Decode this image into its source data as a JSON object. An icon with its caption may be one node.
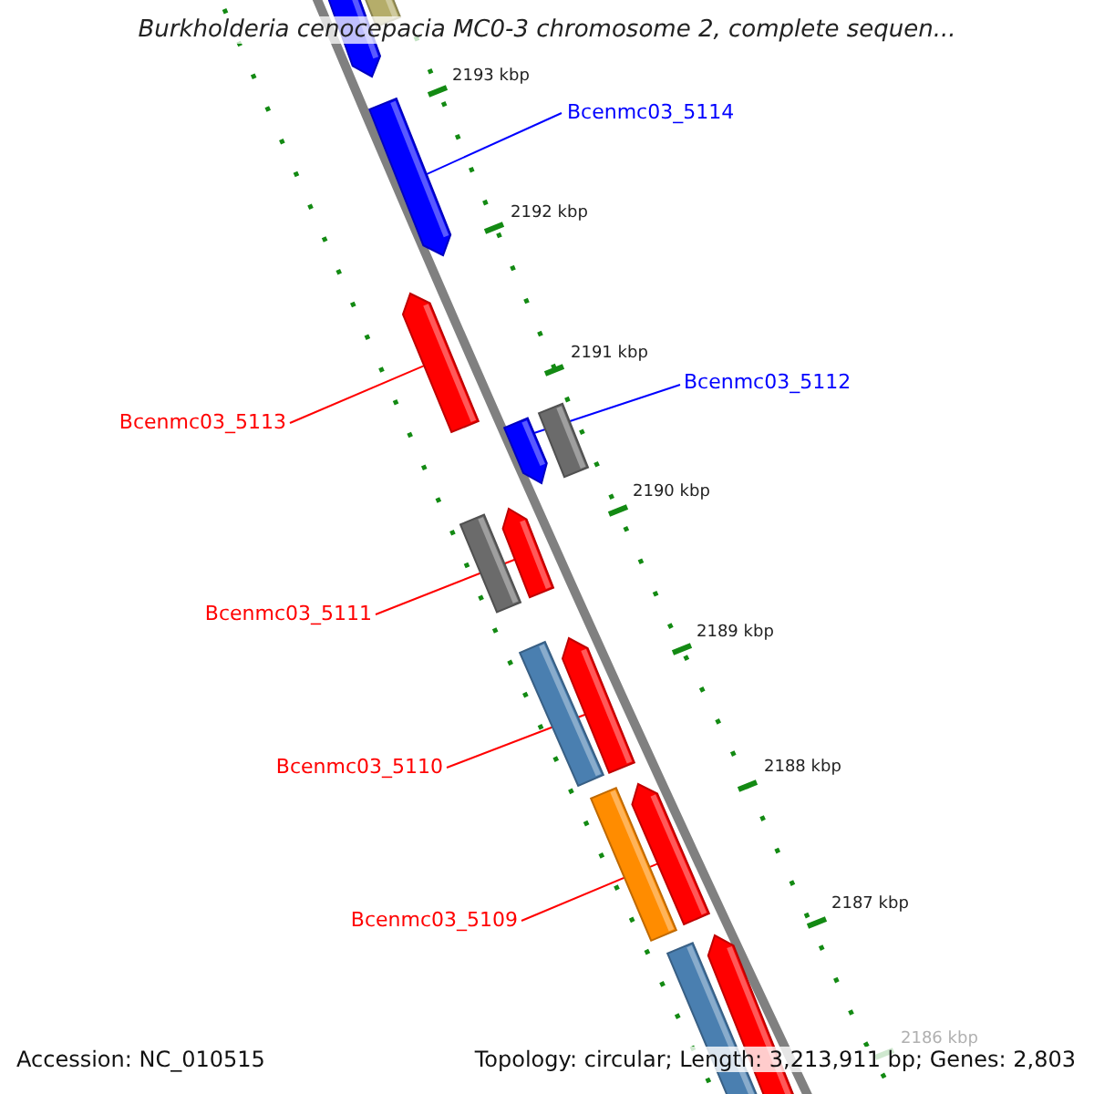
{
  "diagram": {
    "title": "Burkholderia cenocepacia MC0-3 chromosome 2, complete sequen...",
    "nodes": [
      {
        "text": [],
        "shape": "bar"
      },
      {
        "text": [],
        "shape": "bar"
      },
      {
        "text": [],
        "shape": "bar"
      },
      {
        "text": [],
        "shape": "bar"
      },
      {
        "text": [],
        "shape": "bar"
      },
      {
        "text": [],
        "shape": "bar"
      },
      {
        "text": [],
        "shape": "bar"
      },
      {
        "text": [],
        "shape": "bar"
      },
      {
        "text": [],
        "shape": "bar"
      },
      {
        "text": [],
        "shape": "bar"
      },
      {
        "text": [],
        "shape": "bar"
      },
      {
        "text": [],
        "shape": "bar"
      },
      {
        "text": [],
        "shape": "bar"
      },
      {
        "text": [],
        "shape": "bar"
      },
      {
        "text": [
          "Bcenmc03_5114"
        ]
      },
      {
        "text": [
          "Bcenmc03_5113"
        ]
      },
      {
        "text": [
          "Bcenmc03_5112"
        ]
      },
      {
        "text": [
          "Bcenmc03_5111"
        ]
      },
      {
        "text": [
          "Bcenmc03_5110"
        ]
      },
      {
        "text": [
          "Bcenmc03_5109"
        ]
      }
    ],
    "edges": [
      {
        "from": 14,
        "to": 2,
        "arrow": "none",
        "color": "#0000ff"
      },
      {
        "from": 15,
        "to": 3,
        "arrow": "none"
      },
      {
        "from": 16,
        "to": 4,
        "arrow": "none",
        "color": "#0000ff"
      },
      {
        "from": 17,
        "to": 7,
        "arrow": "none"
      },
      {
        "from": 18,
        "to": 9,
        "arrow": "none"
      },
      {
        "from": 19,
        "to": 11,
        "arrow": "none"
      }
    ],
    "labels": [
      "2193 kbp",
      "2192 kbp",
      "2191 kbp",
      "2190 kbp",
      "2189 kbp",
      "2188 kbp",
      "2187 kbp",
      "2186 kbp",
      "Accession: NC_010515",
      "Topology: circular; Length: 3,213,911 bp; Genes: 2,803"
    ]
  }
}
